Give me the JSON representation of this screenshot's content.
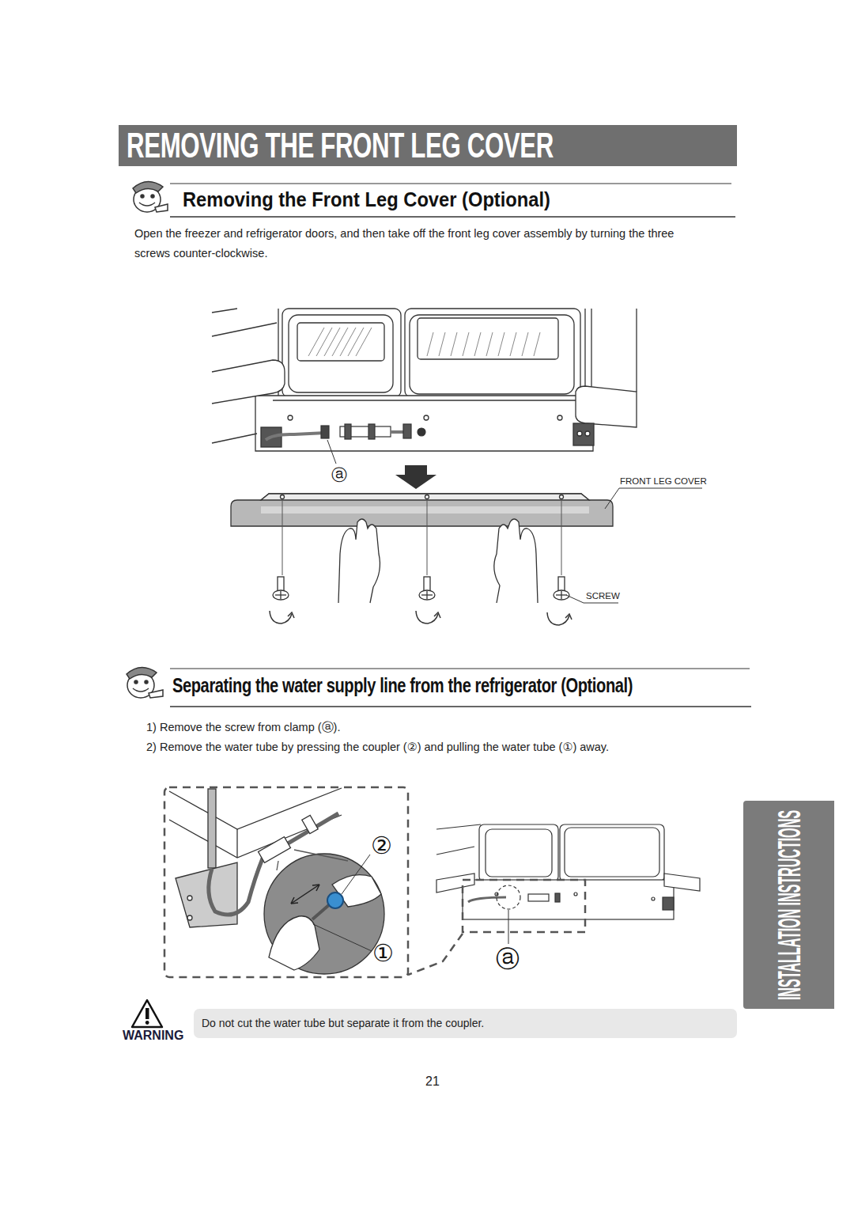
{
  "diagram": {
    "title": "REMOVING THE FRONT LEG COVER",
    "nodes": [
      {
        "text": [
          "Do not cut the water tube but separate it from the coupler."
        ]
      },
      {
        "text": [
          "INSTALLATION INSTRUCTIONS"
        ]
      }
    ],
    "labels": [
      "Removing the Front Leg Cover (Optional)",
      "Open the freezer and refrigerator doors, and then take off the front leg cover assembly by turning the three screws counter-clockwise.",
      "ⓐ",
      "FRONT LEG COVER",
      "SCREW",
      "Separating the water supply line from the refrigerator (Optional)",
      "1) Remove the screw from clamp (ⓐ).",
      "2) Remove the water tube by pressing the coupler (②) and pulling the water tube (①) away.",
      "②",
      "①",
      "ⓐ",
      "WARNING",
      "21"
    ]
  }
}
